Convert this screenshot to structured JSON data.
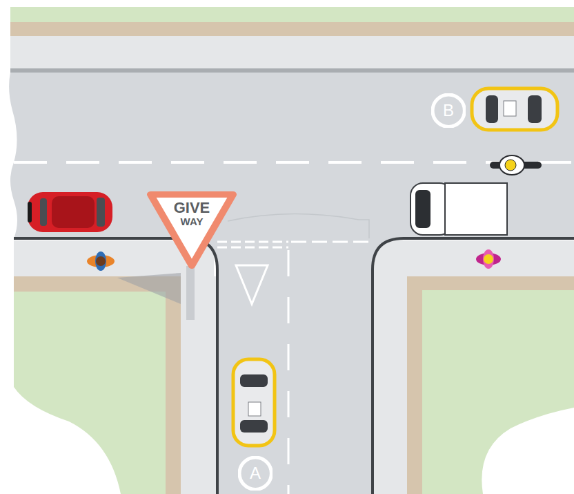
{
  "diagram": {
    "nodes": [
      {
        "text": [
          "B"
        ]
      },
      {
        "text": [
          "GIVE",
          "WAY"
        ]
      },
      {
        "text": [
          "A"
        ]
      }
    ]
  }
}
